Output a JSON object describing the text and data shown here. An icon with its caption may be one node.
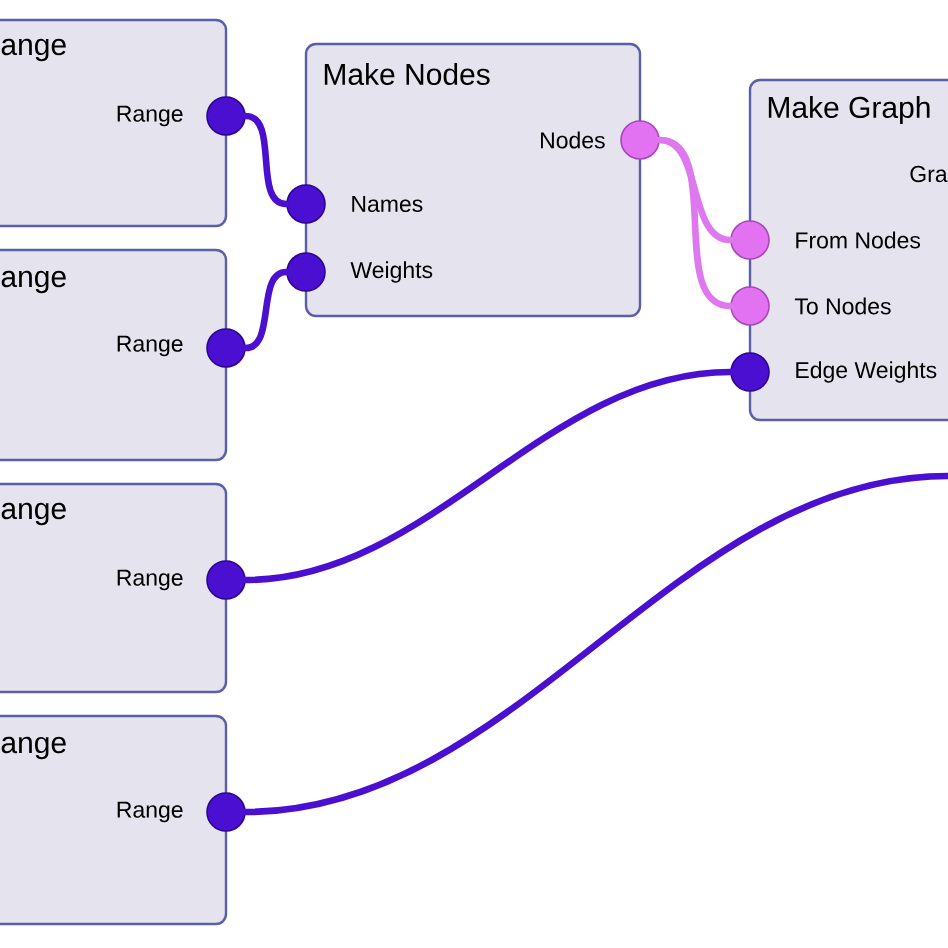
{
  "diagram": {
    "nodes": [
      {
        "text": [
          "ange",
          "Range"
        ]
      },
      {
        "text": [],
        "shape": "circle",
        "in": 0
      },
      {
        "text": [
          "ange",
          "Range"
        ]
      },
      {
        "text": [],
        "shape": "circle",
        "in": 2
      },
      {
        "text": [
          "ange",
          "Range"
        ]
      },
      {
        "text": [],
        "shape": "circle",
        "in": 4
      },
      {
        "text": [
          "ange",
          "Range"
        ]
      },
      {
        "text": [],
        "shape": "circle",
        "in": 6
      },
      {
        "text": [
          "Make Nodes",
          "Nodes",
          "Names",
          "Weights"
        ]
      },
      {
        "text": [],
        "shape": "circle",
        "in": 8
      },
      {
        "text": [],
        "shape": "circle",
        "in": 8
      },
      {
        "text": [],
        "shape": "circle",
        "in": 8
      },
      {
        "text": [
          "Make Graph",
          "Gra",
          "From Nodes",
          "To Nodes",
          "Edge Weights"
        ]
      },
      {
        "text": [],
        "shape": "circle",
        "in": 12
      },
      {
        "text": [],
        "shape": "circle",
        "in": 12
      },
      {
        "text": [],
        "shape": "circle",
        "in": 12
      }
    ],
    "edges": [
      {
        "from": 1,
        "to": 9,
        "arrow": "none"
      },
      {
        "from": 3,
        "to": 10,
        "arrow": "none"
      },
      {
        "from": 11,
        "to": 13,
        "arrow": "none",
        "color": "#de78ee"
      },
      {
        "from": 11,
        "to": 14,
        "arrow": "none",
        "color": "#de78ee"
      },
      {
        "from": 5,
        "to": 15,
        "arrow": "none"
      },
      {
        "from": 7,
        "to": null,
        "arrow": "none"
      }
    ]
  }
}
